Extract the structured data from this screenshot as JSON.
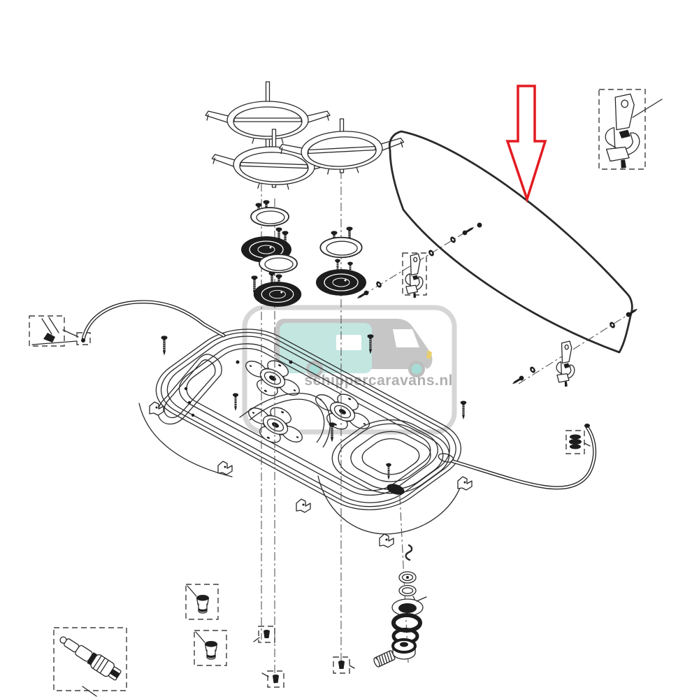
{
  "page": {
    "background": "#ffffff",
    "kind": "exploded-parts-diagram"
  },
  "watermark": {
    "text": "schippercaravans.nl",
    "text_color": "#b0b0b0",
    "frame_color": "#d6d6d6",
    "van_color": "#c6c6c6",
    "teal_color": "#c3e6e1",
    "hub_color": "#a6dcd5",
    "window_color": "#ffffff",
    "headlight_color": "#e9cf6a"
  },
  "annotation": {
    "arrow_color": "#e31b21",
    "arrow_fill": "#ffffff",
    "points_to": "glass-lid"
  },
  "diagram": {
    "line_color": "#2a2a2a",
    "parts": [
      "pan-support-grid",
      "burner-cap",
      "burner-ring",
      "fixing-screw",
      "glass-lid",
      "lid-hinge",
      "latch-assembly",
      "hob-sink-combination-tub",
      "cutlery-recess",
      "burner-base",
      "divider-ridge",
      "sink-bowl",
      "drain-hole",
      "overflow-hole",
      "gas-pipe",
      "mounting-clip",
      "drain-assembly",
      "drain-plug",
      "drain-elbow",
      "gas-valve-igniter",
      "injector-jet",
      "grommet",
      "gas-inlet-fitting",
      "washer"
    ]
  }
}
